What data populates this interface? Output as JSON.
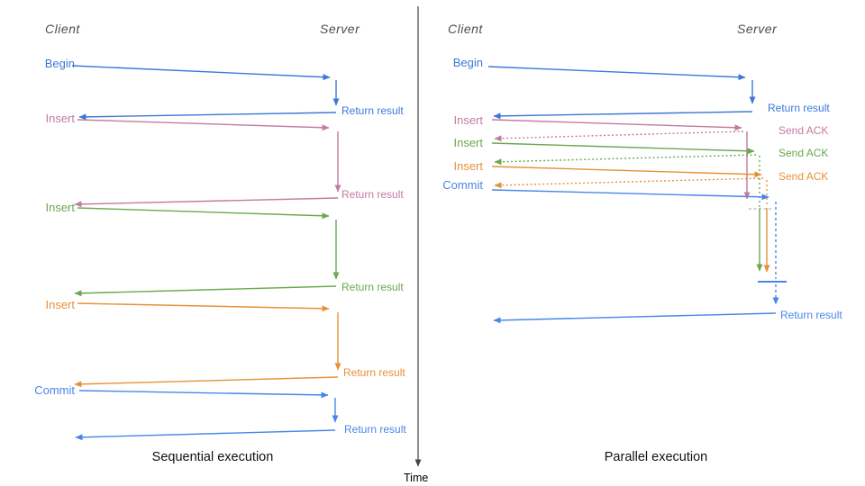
{
  "time_label": "Time",
  "left": {
    "client": "Client",
    "server": "Server",
    "caption": "Sequential execution",
    "ops": [
      {
        "label": "Begin",
        "result": "Return result",
        "color": "#3c78d8"
      },
      {
        "label": "Insert",
        "result": "Return result",
        "color": "#c27ba0"
      },
      {
        "label": "Insert",
        "result": "Return result",
        "color": "#6aa84f"
      },
      {
        "label": "Insert",
        "result": "Return result",
        "color": "#e69138"
      },
      {
        "label": "Commit",
        "result": "Return result",
        "color": "#4a86e8"
      }
    ]
  },
  "right": {
    "client": "Client",
    "server": "Server",
    "caption": "Parallel execution",
    "ops": [
      {
        "label": "Begin",
        "response": "Return result",
        "color": "#3c78d8"
      },
      {
        "label": "Insert",
        "response": "Send ACK",
        "color": "#c27ba0"
      },
      {
        "label": "Insert",
        "response": "Send ACK",
        "color": "#6aa84f"
      },
      {
        "label": "Insert",
        "response": "Send ACK",
        "color": "#e69138"
      },
      {
        "label": "Commit",
        "response": "Return result",
        "color": "#4a86e8"
      }
    ],
    "final_result": "Return result"
  },
  "colors": {
    "blue_begin": "#3c78d8",
    "blue_commit": "#4a86e8",
    "pink": "#c27ba0",
    "green": "#6aa84f",
    "orange": "#e69138",
    "axis": "#434343",
    "sync_dash": "#b7b7b7"
  }
}
